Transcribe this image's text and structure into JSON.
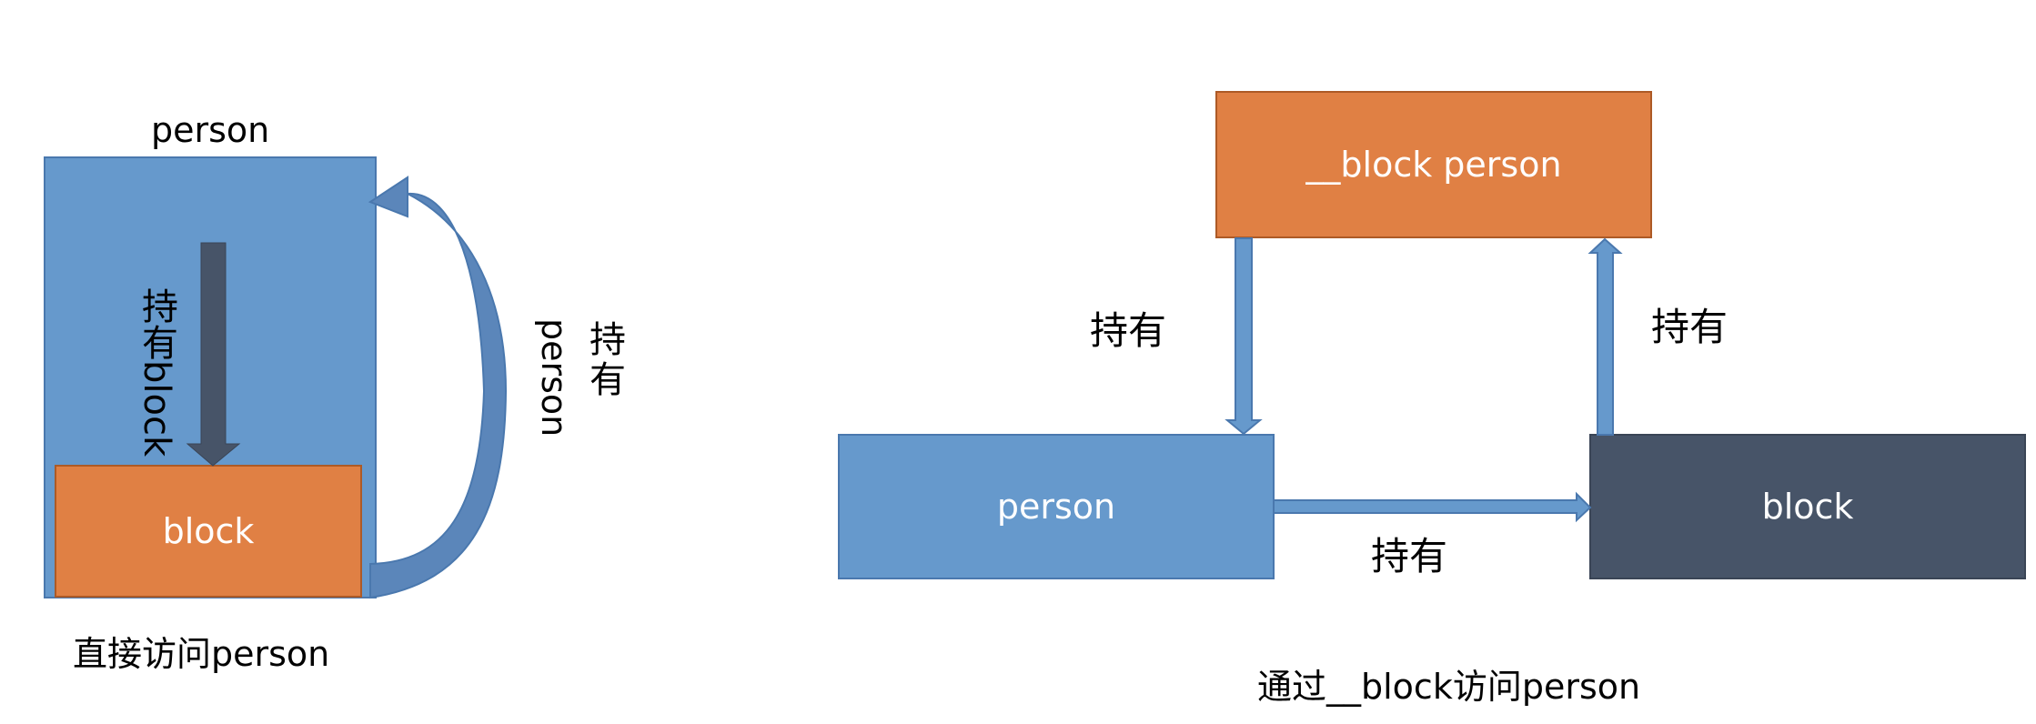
{
  "left_diagram": {
    "outer_label": "person",
    "inner_box_label": "block",
    "inner_arrow_label": "持有block",
    "curved_arrow_label_person": "person",
    "curved_arrow_label_hold": "持有",
    "caption": "直接访问person"
  },
  "right_diagram": {
    "top_box_label": "__block person",
    "left_box_label": "person",
    "right_box_label": "block",
    "edge_top_to_left_label": "持有",
    "edge_right_to_top_label": "持有",
    "edge_left_to_right_label": "持有",
    "caption": "通过__block访问person"
  },
  "colors": {
    "blue": "#6699CC",
    "blue_stroke": "#4A78AE",
    "orange": "#E08044",
    "orange_stroke": "#AD5A26",
    "slate": "#475468",
    "curve_blue": "#5B86BA"
  }
}
